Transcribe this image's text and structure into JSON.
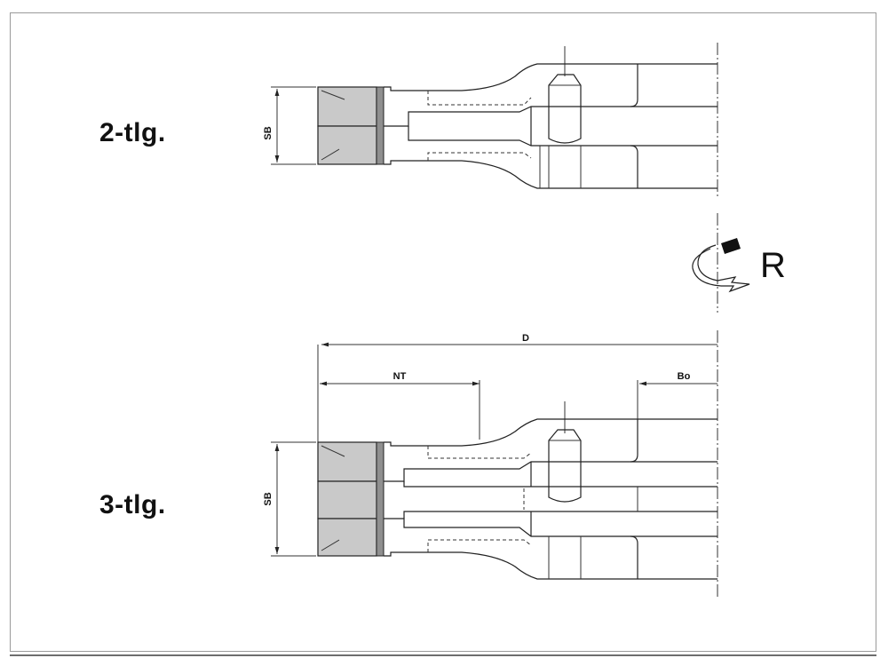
{
  "labels": {
    "two_part": "2-tlg.",
    "three_part": "3-tlg."
  },
  "dimensions": {
    "sb_top": "SB",
    "sb_bottom": "SB",
    "d": "D",
    "nt": "NT",
    "bo": "Bo"
  },
  "rotation_label": "R"
}
